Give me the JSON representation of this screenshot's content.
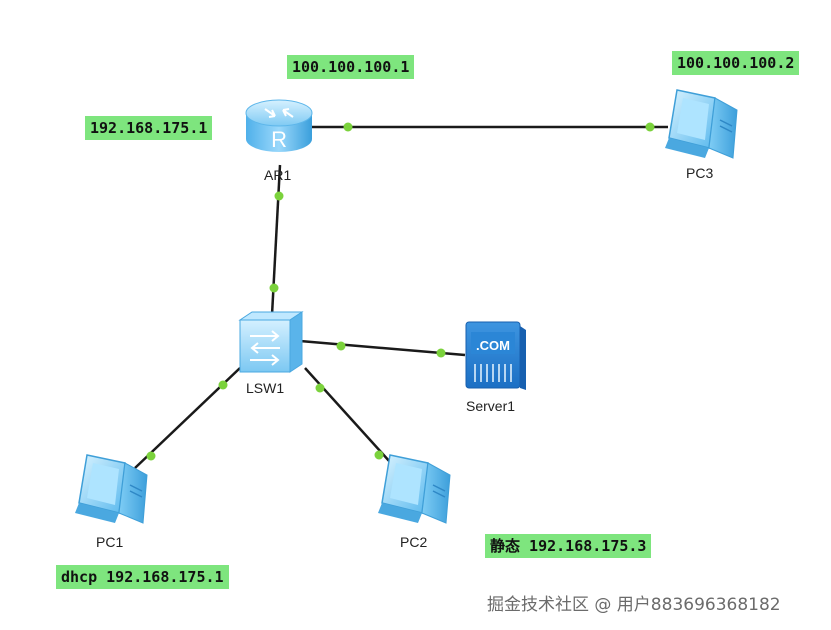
{
  "devices": {
    "ar1": {
      "name": "AR1",
      "icon": "router-icon",
      "icon_text": "R"
    },
    "pc3": {
      "name": "PC3",
      "icon": "pc-icon"
    },
    "lsw1": {
      "name": "LSW1",
      "icon": "switch-icon"
    },
    "server1": {
      "name": "Server1",
      "icon": "server-icon",
      "icon_text": ".COM"
    },
    "pc1": {
      "name": "PC1",
      "icon": "pc-icon"
    },
    "pc2": {
      "name": "PC2",
      "icon": "pc-icon"
    }
  },
  "labels": {
    "ar1_wan_ip": "100.100.100.1",
    "pc3_ip": "100.100.100.2",
    "ar1_lan_ip": "192.168.175.1",
    "pc2_note": "静态",
    "pc2_ip": "192.168.175.3",
    "pc1_note": "dhcp",
    "pc1_ip": "192.168.175.1"
  },
  "links": [
    {
      "from": "AR1",
      "to": "PC3"
    },
    {
      "from": "AR1",
      "to": "LSW1"
    },
    {
      "from": "LSW1",
      "to": "Server1"
    },
    {
      "from": "LSW1",
      "to": "PC1"
    },
    {
      "from": "LSW1",
      "to": "PC2"
    }
  ],
  "colors": {
    "label_bg": "#7ee57e",
    "link": "#1a1a1a",
    "port_dot": "#7bd23c",
    "device_blue": "#5fb8ee"
  },
  "watermark": "掘金技术社区 @ 用户883696368182"
}
